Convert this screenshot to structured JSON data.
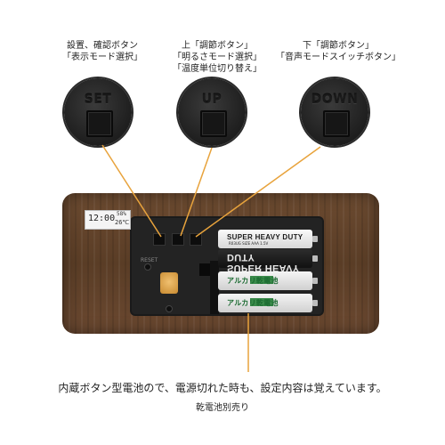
{
  "labels": {
    "set": [
      "設置、確認ボタン",
      "「表示モード選択」"
    ],
    "up": [
      "上「調節ボタン」",
      "「明るさモード選択」",
      "「温度単位切り替え」"
    ],
    "down": [
      "下「調節ボタン」",
      "「音声モードスイッチボタン」"
    ]
  },
  "buttons": {
    "set": "SET",
    "up": "UP",
    "down": "DOWN"
  },
  "lcd": {
    "time": "12:00",
    "humidity": "58%",
    "temperature": "26℃"
  },
  "reset_label": "RESET",
  "batteries": [
    {
      "text": "SUPER HEAVY DUTY",
      "sub": "R03UG SIZE AAA 1.5V"
    },
    {
      "text": "SUPER HEAVY DUTY",
      "sub": ""
    },
    {
      "text": "アルカリ乾電池",
      "sub": ""
    },
    {
      "text": "アルカリ乾電池",
      "sub": ""
    }
  ],
  "colors": {
    "accent_line": "#e8a33c",
    "wood": "#5e4029"
  },
  "captions": {
    "main": "内蔵ボタン型電池ので、電源切れた時も、設定内容は覚えています。",
    "sub": "乾電池別売り"
  }
}
